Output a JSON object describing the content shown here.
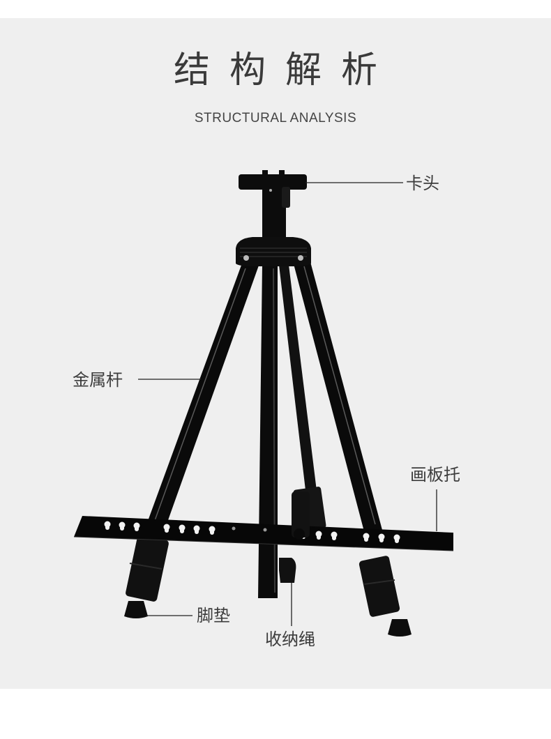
{
  "header": {
    "title": "结构解析",
    "subtitle": "STRUCTURAL ANALYSIS"
  },
  "callouts": [
    {
      "id": "clamp-head",
      "label": "卡头"
    },
    {
      "id": "metal-rod",
      "label": "金属杆"
    },
    {
      "id": "board-tray",
      "label": "画板托"
    },
    {
      "id": "foot-pad",
      "label": "脚垫"
    },
    {
      "id": "storage-rope",
      "label": "收纳绳"
    }
  ],
  "colors": {
    "background_panel": "#efefef",
    "page_background": "#ffffff",
    "easel": "#0a0a0a",
    "text": "#3c3c3c",
    "leader_line": "#222222"
  }
}
